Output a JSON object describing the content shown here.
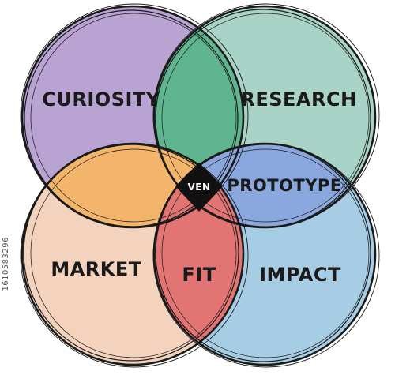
{
  "diagram": {
    "center_label": "VEN",
    "circles": [
      {
        "key": "curiosity",
        "label": "CURIOSITY",
        "color": "#b9a3d3"
      },
      {
        "key": "research",
        "label": "RESEARCH",
        "color": "#a9d3c6"
      },
      {
        "key": "market",
        "label": "MARKET",
        "color": "#f3d3bd"
      },
      {
        "key": "impact",
        "label": "IMPACT",
        "color": "#a7cde5"
      }
    ],
    "overlaps": [
      {
        "key": "curiosity-research",
        "color": "#5fb58f"
      },
      {
        "key": "curiosity-market",
        "color": "#f2b56b"
      },
      {
        "key": "research-impact",
        "label": "PROTOTYPE",
        "color": "#8aa7de"
      },
      {
        "key": "market-impact",
        "label": "FIT",
        "color": "#e27474"
      }
    ]
  },
  "side_code": "1610583296"
}
